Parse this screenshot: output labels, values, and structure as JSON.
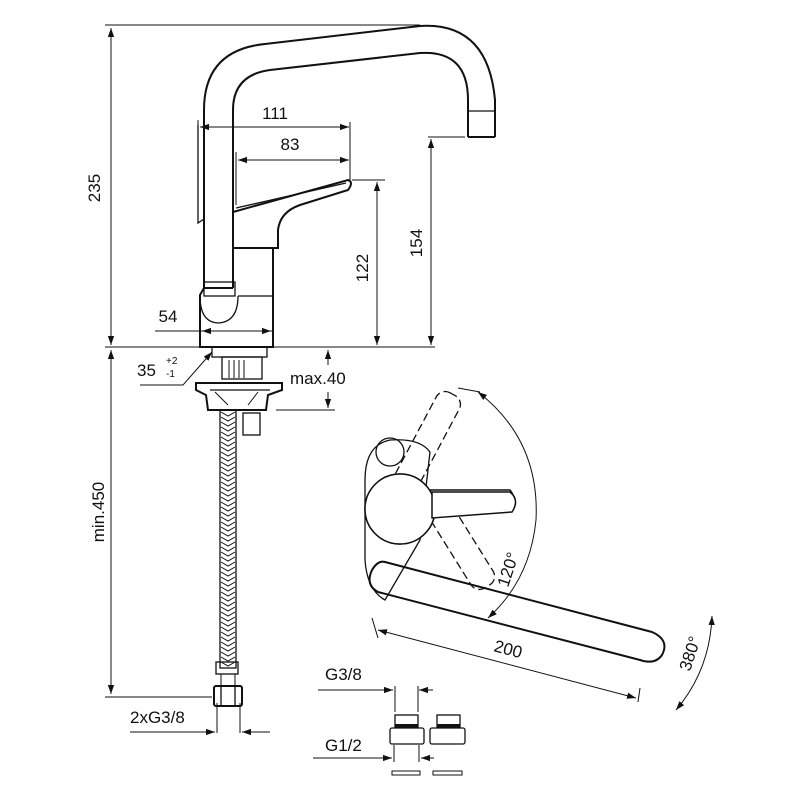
{
  "drawing": {
    "title": "Single-lever kitchen mixer - dimension drawing",
    "units": "mm",
    "colors": {
      "line": "#111111",
      "text": "#111111",
      "background": "#ffffff"
    }
  },
  "dimensions": {
    "total_height": "235",
    "spout_reach": "111",
    "lever_reach": "83",
    "lever_height": "122",
    "spout_outlet_height": "154",
    "base_diameter": "54",
    "hole_diameter": "35",
    "hole_tol_plus": "+2",
    "hole_tol_minus": "-1",
    "max_deck_thickness": "max.40",
    "hose_length": "min.450",
    "hose_connection": "2xG3/8",
    "spout_length": "200",
    "lever_rotation": "120°",
    "spout_rotation": "380°",
    "adapter_small": "G3/8",
    "adapter_large": "G1/2"
  }
}
